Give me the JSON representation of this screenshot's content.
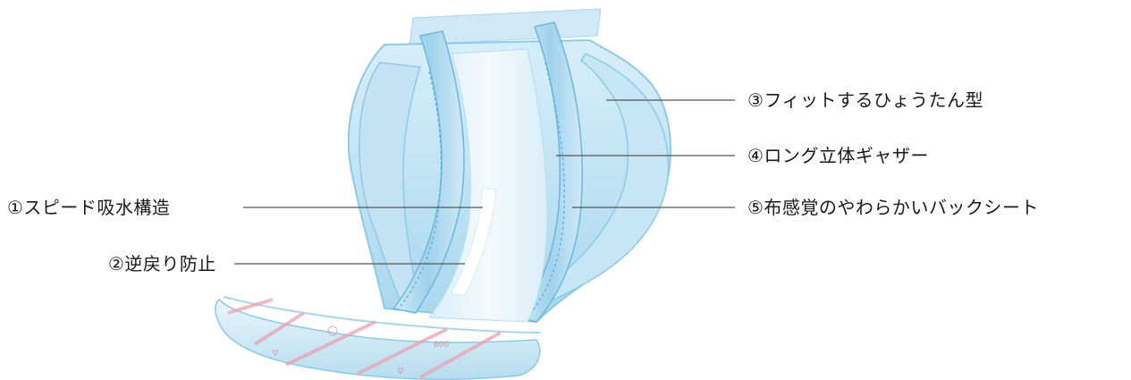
{
  "labels": {
    "l1": "①スピード吸水構造",
    "l2": "②逆戻り防止",
    "l3": "③フィットするひょうたん型",
    "l4": "④ロング立体ギャザー",
    "l5": "⑤布感覚のやわらかいバックシート"
  },
  "colors": {
    "pad_light": "#e8f4fb",
    "pad_mid": "#b9dff1",
    "pad_dark": "#7fc2e3",
    "accent_stripe": "#e8a2b2",
    "leader_line": "#555555"
  }
}
